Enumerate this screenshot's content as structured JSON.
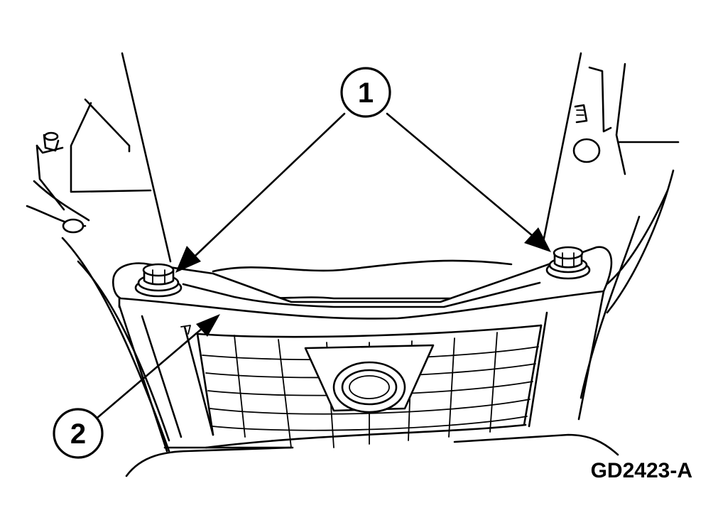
{
  "callouts": [
    {
      "id": "1",
      "label": "1"
    },
    {
      "id": "2",
      "label": "2"
    }
  ],
  "figure_code": "GD2423-A"
}
